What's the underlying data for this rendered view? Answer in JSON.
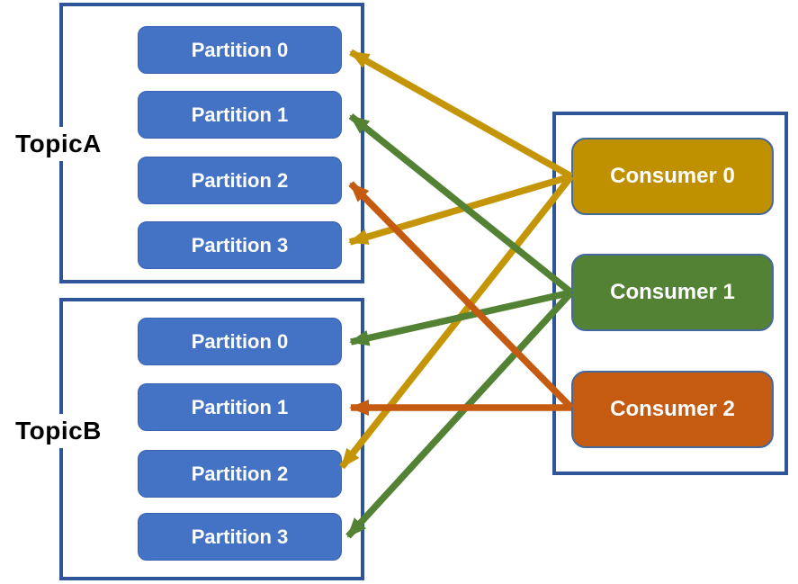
{
  "topics": [
    {
      "name": "TopicA",
      "partitions": [
        "Partition 0",
        "Partition 1",
        "Partition 2",
        "Partition 3"
      ]
    },
    {
      "name": "TopicB",
      "partitions": [
        "Partition 0",
        "Partition 1",
        "Partition 2",
        "Partition 3"
      ]
    }
  ],
  "consumer_group": {
    "consumers": [
      {
        "label": "Consumer 0",
        "color": "#BF9000"
      },
      {
        "label": "Consumer 1",
        "color": "#548235"
      },
      {
        "label": "Consumer 2",
        "color": "#C55A11"
      }
    ]
  },
  "assignments": [
    {
      "consumer": "Consumer 0",
      "topic": "TopicA",
      "partition": "Partition 0",
      "color": "gold"
    },
    {
      "consumer": "Consumer 0",
      "topic": "TopicA",
      "partition": "Partition 3",
      "color": "gold"
    },
    {
      "consumer": "Consumer 0",
      "topic": "TopicB",
      "partition": "Partition 2",
      "color": "gold"
    },
    {
      "consumer": "Consumer 1",
      "topic": "TopicA",
      "partition": "Partition 1",
      "color": "green"
    },
    {
      "consumer": "Consumer 1",
      "topic": "TopicB",
      "partition": "Partition 0",
      "color": "green"
    },
    {
      "consumer": "Consumer 1",
      "topic": "TopicB",
      "partition": "Partition 3",
      "color": "green"
    },
    {
      "consumer": "Consumer 2",
      "topic": "TopicA",
      "partition": "Partition 2",
      "color": "orange"
    },
    {
      "consumer": "Consumer 2",
      "topic": "TopicB",
      "partition": "Partition 1",
      "color": "orange"
    }
  ],
  "colors": {
    "background": "#FFFFFF",
    "frame_border": "#2E5597",
    "partition_fill": "#4472C4",
    "partition_border": "#3A62AC",
    "consumer_border": "#44699D",
    "consumer0": "#BF9000",
    "consumer1": "#548235",
    "consumer2": "#C55A11",
    "arrow_gold": "#C49506",
    "arrow_green": "#548235",
    "arrow_orange": "#C55A11",
    "text_light": "#FFFFFF",
    "text_dark": "#000000"
  }
}
